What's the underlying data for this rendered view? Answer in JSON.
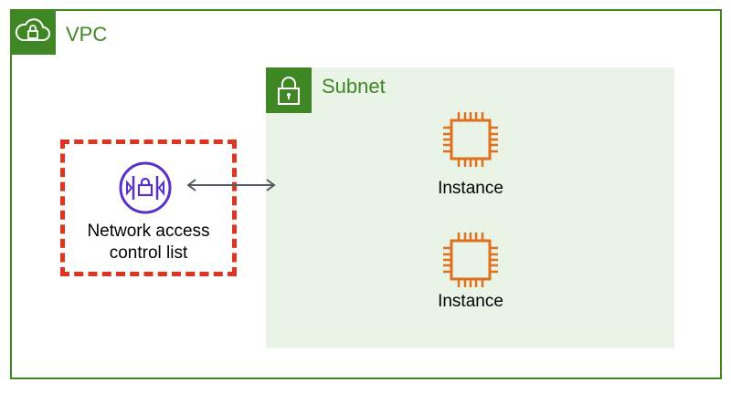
{
  "vpc": {
    "label": "VPC",
    "icon": "cloud-lock-icon",
    "color": "#3f8624"
  },
  "subnet": {
    "label": "Subnet",
    "icon": "padlock-icon",
    "color": "#3f8624",
    "fill": "#e9f3e6"
  },
  "nacl": {
    "label_line1": "Network access",
    "label_line2": "control list",
    "icon": "network-acl-icon",
    "icon_color": "#5a31c8",
    "highlight_color": "#dd3522"
  },
  "connector": {
    "icon": "double-arrow-icon",
    "color": "#545b64"
  },
  "instances": [
    {
      "label": "Instance",
      "icon": "ec2-instance-chip-icon",
      "color": "#e0701e"
    },
    {
      "label": "Instance",
      "icon": "ec2-instance-chip-icon",
      "color": "#e0701e"
    }
  ]
}
